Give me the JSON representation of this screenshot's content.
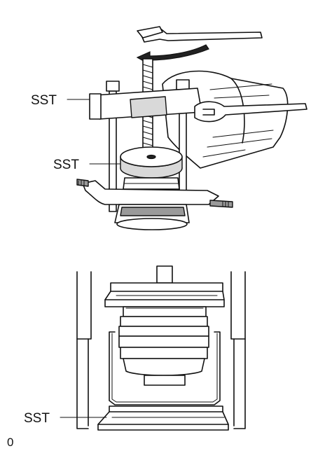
{
  "labels": {
    "sst_top_left": "SST",
    "sst_center": "SST",
    "sst_bottom": "SST",
    "figure_id": "0"
  },
  "icons": {
    "top_view": "spring-compressor-with-wrench",
    "bottom_view": "compressor-cross-section"
  },
  "colors": {
    "line": "#111111",
    "fill_light": "#d9d9d9",
    "fill_dark": "#9a9a9a",
    "background": "#ffffff"
  }
}
